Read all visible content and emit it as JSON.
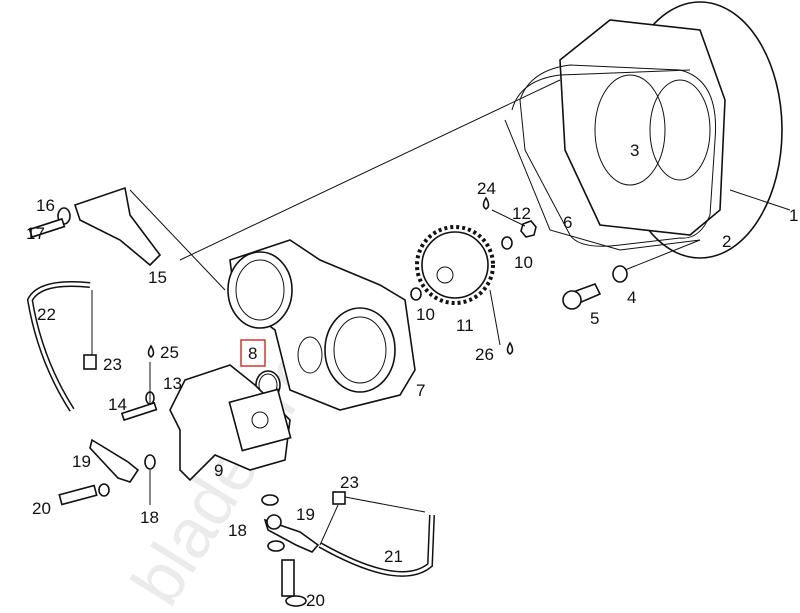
{
  "diagram": {
    "watermark": "bladextreme",
    "highlight_color": "#d9342b",
    "highlighted_part": "8",
    "callouts": [
      {
        "id": "c17",
        "label": "17"
      },
      {
        "id": "c16",
        "label": "16"
      },
      {
        "id": "c15",
        "label": "15"
      },
      {
        "id": "c22",
        "label": "22"
      },
      {
        "id": "c23a",
        "label": "23"
      },
      {
        "id": "c25",
        "label": "25"
      },
      {
        "id": "c13",
        "label": "13"
      },
      {
        "id": "c14",
        "label": "14"
      },
      {
        "id": "c19a",
        "label": "19"
      },
      {
        "id": "c20a",
        "label": "20"
      },
      {
        "id": "c18a",
        "label": "18"
      },
      {
        "id": "c9",
        "label": "9"
      },
      {
        "id": "c8",
        "label": "8"
      },
      {
        "id": "c7",
        "label": "7"
      },
      {
        "id": "c10a",
        "label": "10"
      },
      {
        "id": "c11",
        "label": "11"
      },
      {
        "id": "c26",
        "label": "26"
      },
      {
        "id": "c10b",
        "label": "10"
      },
      {
        "id": "c12",
        "label": "12"
      },
      {
        "id": "c24",
        "label": "24"
      },
      {
        "id": "c6",
        "label": "6"
      },
      {
        "id": "c5",
        "label": "5"
      },
      {
        "id": "c4",
        "label": "4"
      },
      {
        "id": "c2",
        "label": "2"
      },
      {
        "id": "c1",
        "label": "1"
      },
      {
        "id": "c3",
        "label": "3"
      },
      {
        "id": "c18b",
        "label": "18"
      },
      {
        "id": "c19b",
        "label": "19"
      },
      {
        "id": "c23b",
        "label": "23"
      },
      {
        "id": "c21",
        "label": "21"
      },
      {
        "id": "c20b",
        "label": "20"
      }
    ]
  }
}
